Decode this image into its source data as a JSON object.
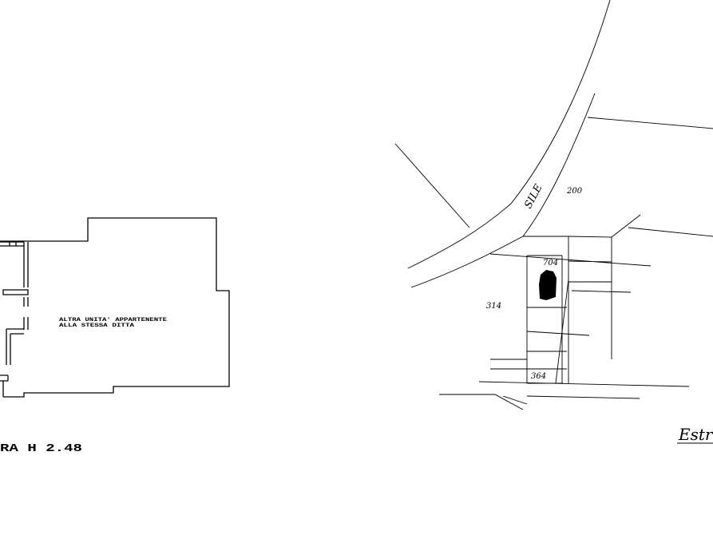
{
  "floor_plan": {
    "note_line1": "ALTRA UNITA' APPARTENENTE",
    "note_line2": "ALLA STESSA DITTA",
    "caption": "RA H 2.48"
  },
  "site_map": {
    "road_label": "SILE",
    "parcel_200": "200",
    "parcel_704": "704",
    "parcel_314": "314",
    "parcel_364": "364",
    "scale_label": "Estr"
  }
}
